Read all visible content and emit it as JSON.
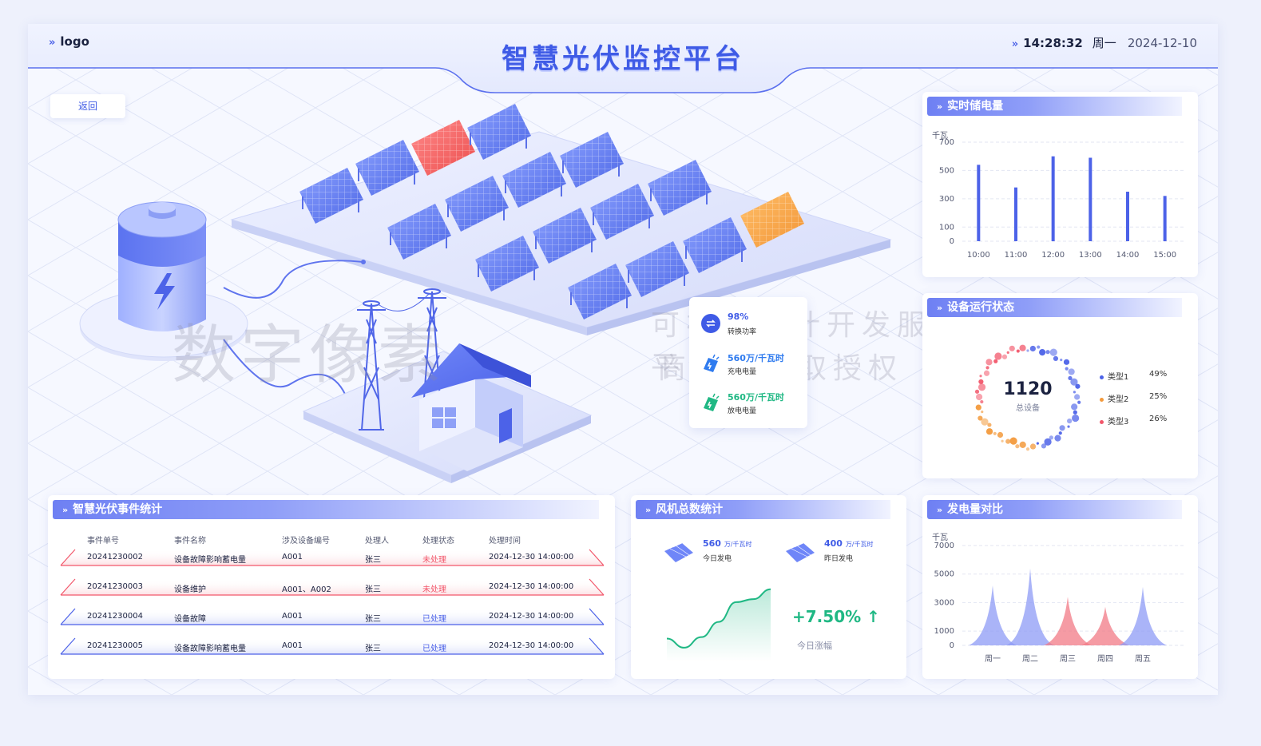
{
  "header": {
    "logo": "logo",
    "title": "智慧光伏监控平台",
    "time": "14:28:32",
    "weekday": "周一",
    "date": "2024-12-10"
  },
  "back_button": "返回",
  "watermark": {
    "big": "数字像素",
    "line1": "可视化设计开发服务平台",
    "line2": "商用请获取授权"
  },
  "stats": [
    {
      "value": "98%",
      "label": "转换功率",
      "color": "#3f5be6"
    },
    {
      "value": "560万/千瓦时",
      "label": "充电电量",
      "color": "#2f7bef"
    },
    {
      "value": "560万/千瓦时",
      "label": "放电电量",
      "color": "#20b884"
    }
  ],
  "storage_panel": {
    "title": "实时储电量",
    "unit": "千瓦",
    "chart_data": {
      "type": "bar",
      "categories": [
        "10:00",
        "11:00",
        "12:00",
        "13:00",
        "14:00",
        "15:00"
      ],
      "values": [
        540,
        380,
        600,
        590,
        350,
        320
      ],
      "yticks": [
        0,
        100,
        300,
        500,
        700
      ],
      "ylim": [
        0,
        700
      ],
      "color": "#4c62e8"
    }
  },
  "device_panel": {
    "title": "设备运行状态",
    "total": "1120",
    "total_label": "总设备",
    "chart_data": {
      "type": "pie",
      "categories": [
        "类型1",
        "类型2",
        "类型3"
      ],
      "labels": [
        "49%",
        "25%",
        "26%"
      ],
      "values": [
        49,
        25,
        26
      ],
      "colors": [
        "#4c62e8",
        "#f39a3c",
        "#f2576b"
      ]
    }
  },
  "events_panel": {
    "title": "智慧光伏事件统计",
    "headers": [
      "事件单号",
      "事件名称",
      "涉及设备编号",
      "处理人",
      "处理状态",
      "处理时间"
    ],
    "rows": [
      {
        "id": "20241230002",
        "name": "设备故障影响蓄电量",
        "device": "A001",
        "handler": "张三",
        "status": "未处理",
        "time": "2024-12-30 14:00:00",
        "alert": true
      },
      {
        "id": "20241230003",
        "name": "设备维护",
        "device": "A001、A002",
        "handler": "张三",
        "status": "未处理",
        "time": "2024-12-30 14:00:00",
        "alert": true
      },
      {
        "id": "20241230004",
        "name": "设备故障",
        "device": "A001",
        "handler": "张三",
        "status": "已处理",
        "time": "2024-12-30 14:00:00",
        "alert": false
      },
      {
        "id": "20241230005",
        "name": "设备故障影响蓄电量",
        "device": "A001",
        "handler": "张三",
        "status": "已处理",
        "time": "2024-12-30 14:00:00",
        "alert": false
      }
    ],
    "colors": {
      "alert": "#f2576b",
      "done": "#4c62e8"
    }
  },
  "fan_panel": {
    "title": "风机总数统计",
    "today": {
      "value": "560",
      "unit": "万/千瓦时",
      "label": "今日发电"
    },
    "yesterday": {
      "value": "400",
      "unit": "万/千瓦时",
      "label": "昨日发电"
    },
    "growth": "+7.50% ↑",
    "growth_label": "今日涨幅",
    "chart_data": {
      "type": "line",
      "values": [
        30,
        18,
        32,
        52,
        78,
        82,
        95
      ]
    }
  },
  "compare_panel": {
    "title": "发电量对比",
    "unit": "千瓦",
    "chart_data": {
      "type": "area",
      "categories": [
        "周一",
        "周二",
        "周三",
        "周四",
        "周五"
      ],
      "values": [
        4200,
        5400,
        3400,
        2700,
        4100
      ],
      "colors": [
        "#8d9bf5",
        "#8d9bf5",
        "#f27a86",
        "#f27a86",
        "#8d9bf5"
      ],
      "yticks": [
        0,
        1000,
        3000,
        5000,
        7000
      ],
      "ylim": [
        0,
        7000
      ]
    }
  }
}
